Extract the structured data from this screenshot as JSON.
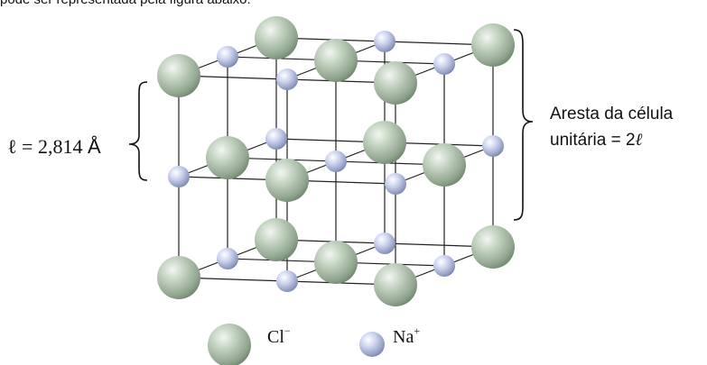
{
  "top_text": "pode ser representada pela figura abaixo:",
  "edge_label": {
    "symbol": "ℓ",
    "equals_value": " = 2,814 ",
    "unit": "Å"
  },
  "cell_edge_label": {
    "line1": "Aresta da célula",
    "line2_prefix": "unitária = 2",
    "line2_symbol": "ℓ"
  },
  "legend": {
    "chloride": {
      "base": "Cl",
      "charge": "−"
    },
    "sodium": {
      "base": "Na",
      "charge": "+"
    }
  },
  "colors": {
    "chloride_light": "#dde7dc",
    "chloride_mid": "#a6bba4",
    "chloride_dark": "#6f876d",
    "sodium_light": "#f3f5fc",
    "sodium_mid": "#b8c2e0",
    "sodium_dark": "#7b87ad",
    "bond": "#222222"
  },
  "icons": [
    "chloride-ion-icon",
    "sodium-ion-icon",
    "left-brace-icon",
    "right-brace-icon"
  ]
}
